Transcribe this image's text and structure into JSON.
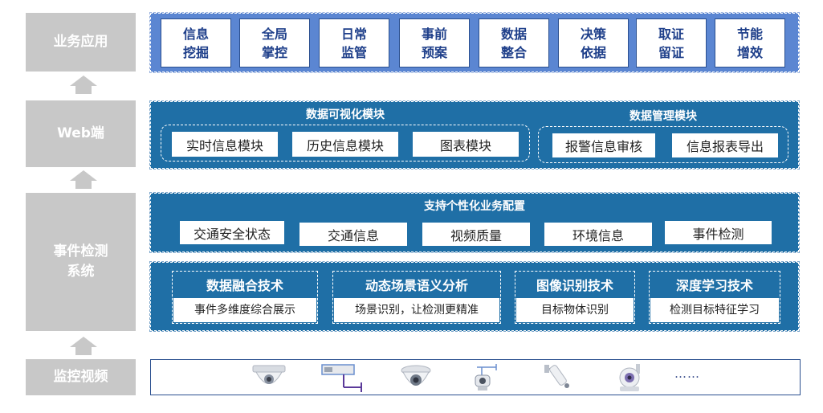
{
  "layers": {
    "business": "业务应用",
    "web": "Web端",
    "detection": "事件检测系统",
    "video": "监控视频"
  },
  "business_items": [
    {
      "line1": "信息",
      "line2": "挖掘"
    },
    {
      "line1": "全局",
      "line2": "掌控"
    },
    {
      "line1": "日常",
      "line2": "监管"
    },
    {
      "line1": "事前",
      "line2": "预案"
    },
    {
      "line1": "数据",
      "line2": "整合"
    },
    {
      "line1": "决策",
      "line2": "依据"
    },
    {
      "line1": "取证",
      "line2": "留证"
    },
    {
      "line1": "节能",
      "line2": "增效"
    }
  ],
  "web": {
    "visual_title": "数据可视化模块",
    "visual_items": [
      "实时信息模块",
      "历史信息模块",
      "图表模块"
    ],
    "manage_title": "数据管理模块",
    "manage_items": [
      "报警信息审核",
      "信息报表导出"
    ]
  },
  "config": {
    "title": "支持个性化业务配置",
    "items": [
      "交通安全状态",
      "交通信息",
      "视频质量",
      "环境信息",
      "事件检测"
    ]
  },
  "tech": [
    {
      "title": "数据融合技术",
      "sub": "事件多维度综合展示"
    },
    {
      "title": "动态场景语义分析",
      "sub": "场景识别，让检测更精准"
    },
    {
      "title": "图像识别技术",
      "sub": "目标物体识别"
    },
    {
      "title": "深度学习技术",
      "sub": "检测目标特征学习"
    }
  ],
  "video": {
    "cameras": [
      "dome-camera-icon",
      "box-camera-icon",
      "speed-dome-icon",
      "ptz-camera-icon",
      "bullet-camera-icon",
      "robot-camera-icon"
    ],
    "ellipsis": "……"
  }
}
